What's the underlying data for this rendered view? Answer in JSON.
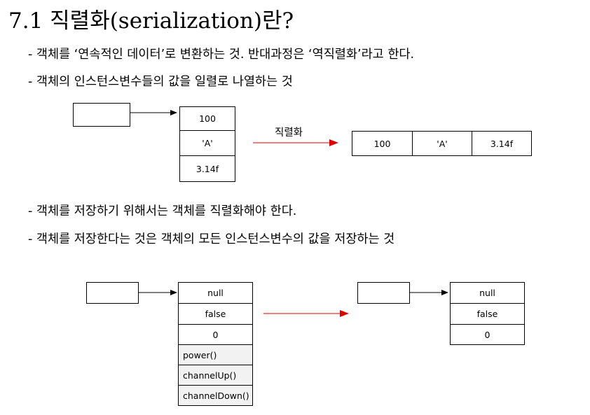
{
  "title": "7.1 직렬화(serialization)란?",
  "bullets": [
    "- 객체를 ‘연속적인 데이터’로 변환하는 것. 반대과정은 ‘역직렬화’라고 한다.",
    "- 객체의 인스턴스변수들의 값을 일렬로 나열하는 것",
    "- 객체를 저장하기 위해서는 객체를 직렬화해야 한다.",
    "- 객체를 저장한다는 것은 객체의 모든 인스턴스변수의 값을 저장하는 것"
  ],
  "diagram1": {
    "object_fields": [
      "100",
      "'A'",
      "3.14f"
    ],
    "arrow_label": "직렬화",
    "serialized_fields": [
      "100",
      "'A'",
      "3.14f"
    ],
    "arrow_color": "#e00000"
  },
  "diagram2": {
    "object_fields": [
      "null",
      "false",
      "0"
    ],
    "object_methods": [
      "power()",
      "channelUp()",
      "channelDown()"
    ],
    "saved_fields": [
      "null",
      "false",
      "0"
    ],
    "arrow_color": "#e00000"
  }
}
